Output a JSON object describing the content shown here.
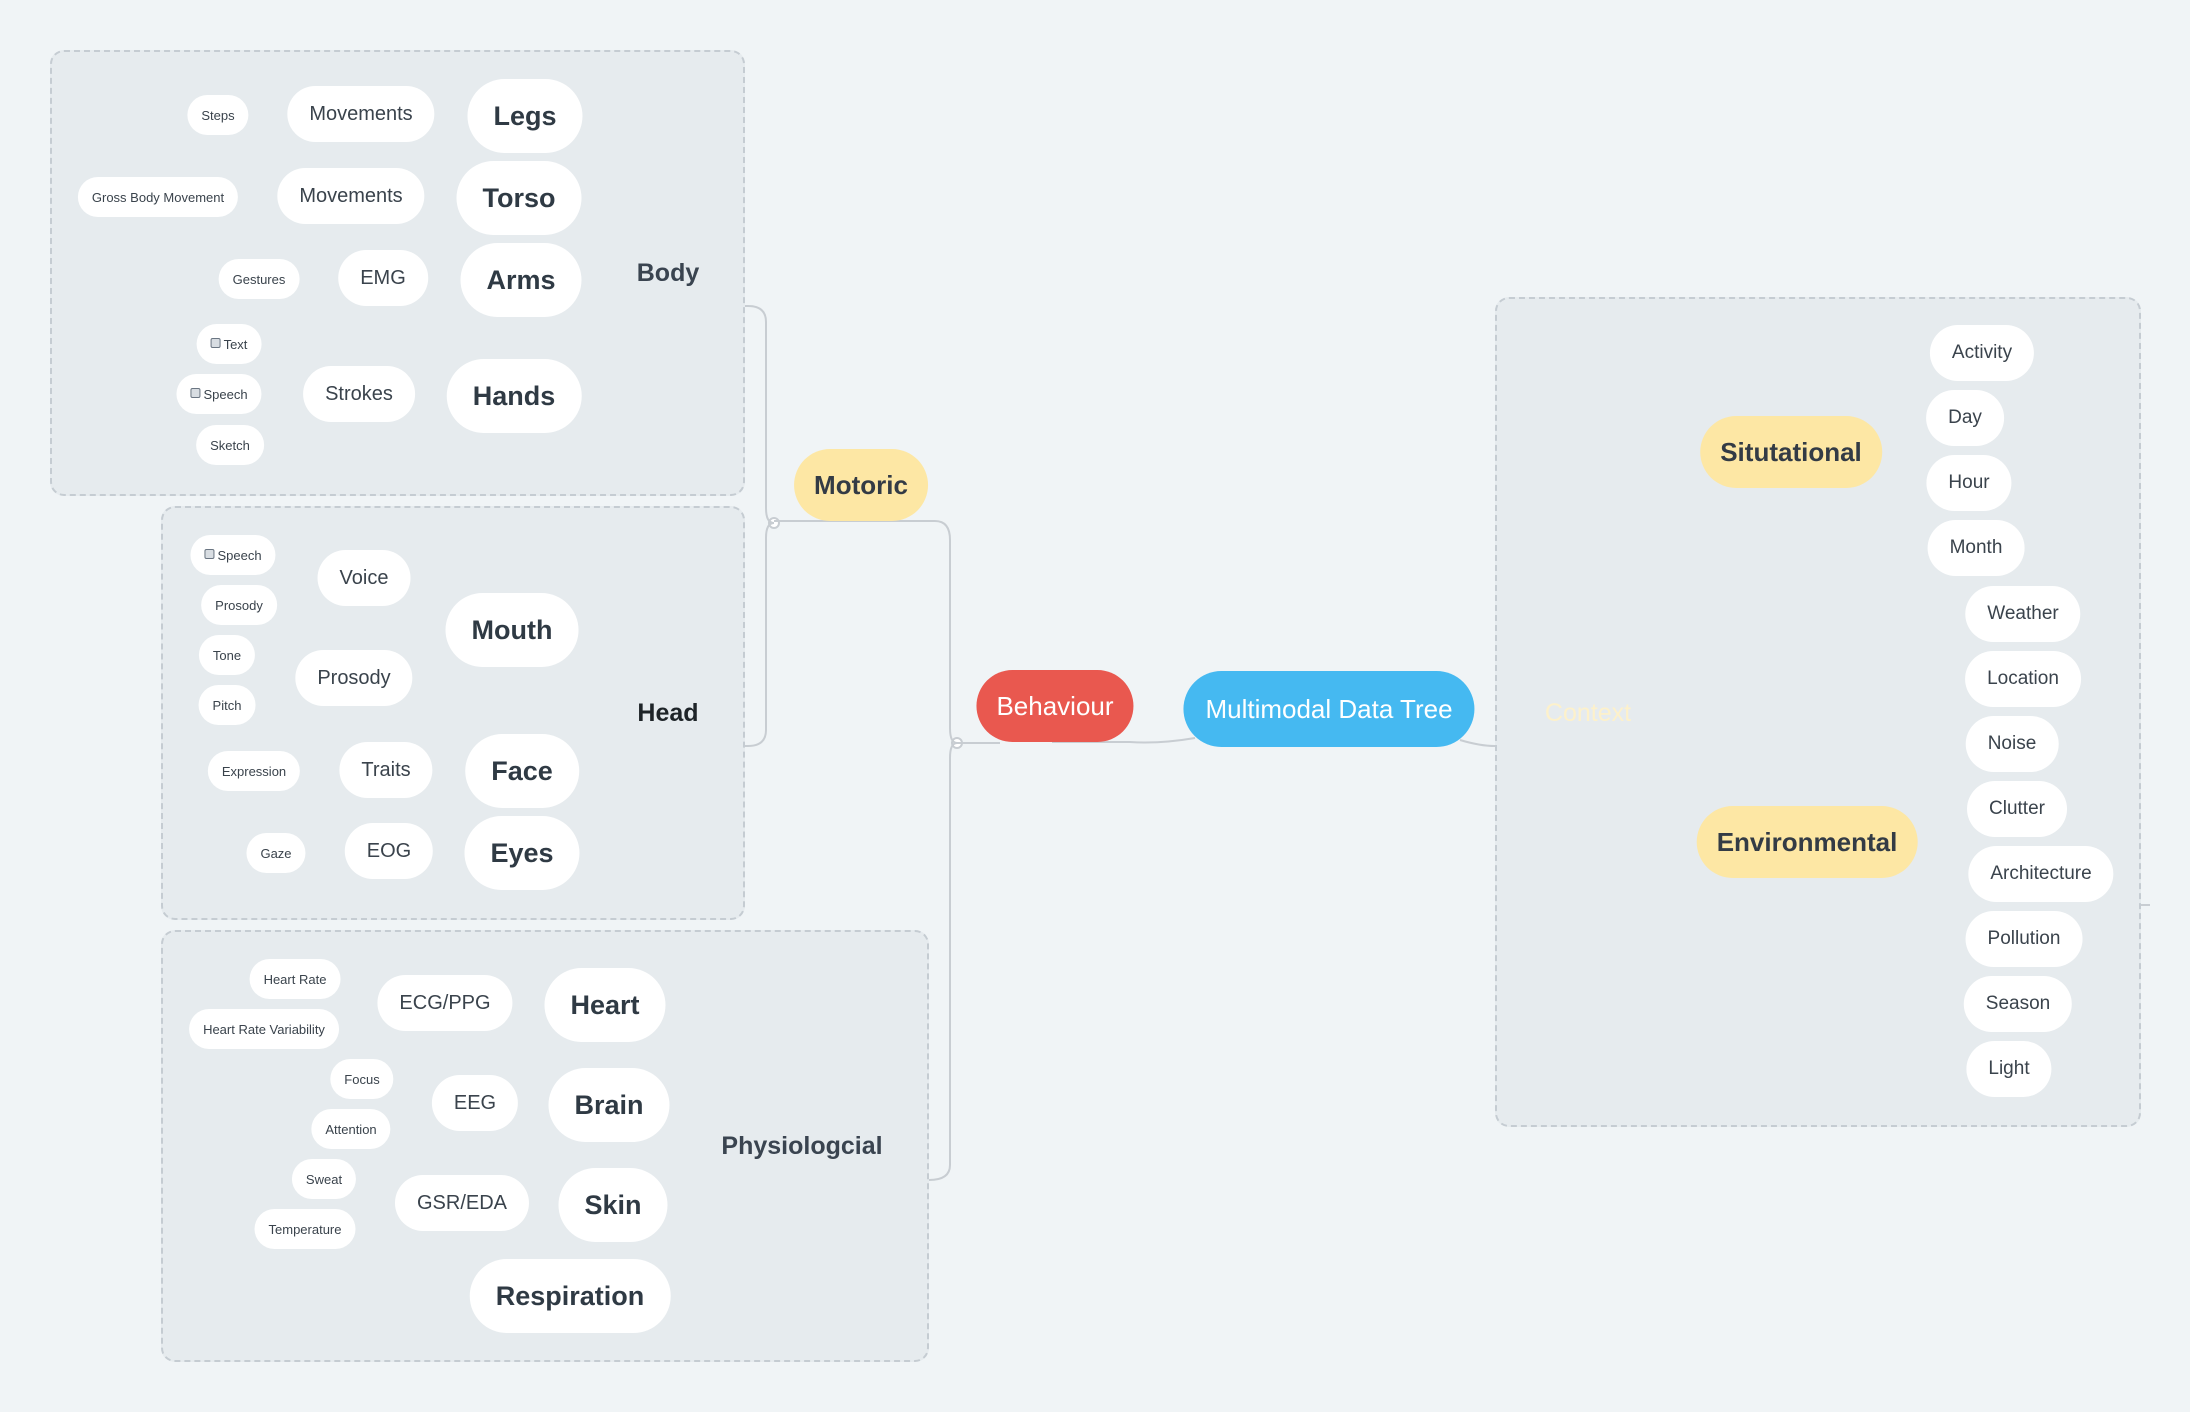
{
  "root": {
    "label": "Multimodal Data Tree"
  },
  "behaviour": {
    "label": "Behaviour"
  },
  "motoric": {
    "label": "Motoric"
  },
  "body": {
    "label": "Body",
    "legs": {
      "label": "Legs",
      "movements": "Movements",
      "steps": "Steps"
    },
    "torso": {
      "label": "Torso",
      "movements": "Movements",
      "gross": "Gross Body Movement"
    },
    "arms": {
      "label": "Arms",
      "emg": "EMG",
      "gestures": "Gestures"
    },
    "hands": {
      "label": "Hands",
      "strokes": "Strokes",
      "text": "Text",
      "speech": "Speech",
      "sketch": "Sketch"
    }
  },
  "head": {
    "label": "Head",
    "mouth": {
      "label": "Mouth",
      "voice": "Voice",
      "speech": "Speech",
      "prosody_leaf": "Prosody",
      "prosody": "Prosody",
      "tone": "Tone",
      "pitch": "Pitch"
    },
    "face": {
      "label": "Face",
      "traits": "Traits",
      "expression": "Expression"
    },
    "eyes": {
      "label": "Eyes",
      "eog": "EOG",
      "gaze": "Gaze"
    }
  },
  "physio": {
    "label": "Physiologcial",
    "heart": {
      "label": "Heart",
      "ecg": "ECG/PPG",
      "hr": "Heart Rate",
      "hrv": "Heart Rate Variability"
    },
    "brain": {
      "label": "Brain",
      "eeg": "EEG",
      "focus": "Focus",
      "attention": "Attention"
    },
    "skin": {
      "label": "Skin",
      "gsr": "GSR/EDA",
      "sweat": "Sweat",
      "temperature": "Temperature"
    },
    "respiration": {
      "label": "Respiration"
    }
  },
  "context": {
    "label": "Context",
    "situational": {
      "label": "Situtational",
      "items": [
        "Activity",
        "Day",
        "Hour",
        "Month"
      ]
    },
    "environmental": {
      "label": "Environmental",
      "items": [
        "Weather",
        "Location",
        "Noise",
        "Clutter",
        "Architecture",
        "Pollution",
        "Season",
        "Light"
      ]
    }
  },
  "colors": {
    "root": "#45b9f1",
    "behaviour": "#e9584f",
    "category": "#fde7a4",
    "group": "#e6ebee",
    "background": "#f0f4f6",
    "connector": "#c8cdd2"
  },
  "icons": {
    "speech_text": "notepad-icon"
  }
}
